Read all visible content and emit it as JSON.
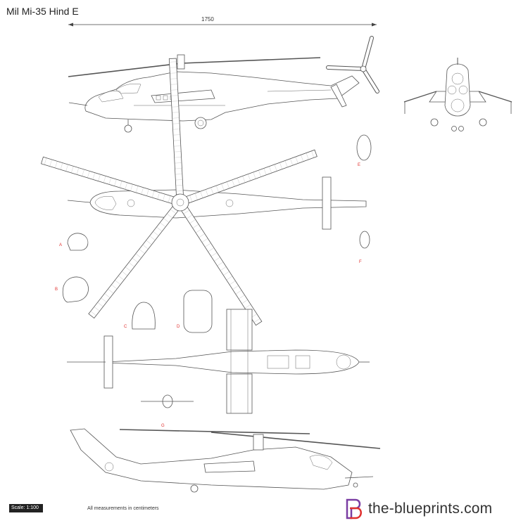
{
  "title": "Mil Mi-35 Hind E",
  "dimension_label": "1750",
  "section_labels": [
    "A",
    "B",
    "C",
    "D",
    "E",
    "F",
    "G"
  ],
  "scale_label": "Scale: 1:100",
  "measurement_note": "All measurements in centimeters",
  "brand": {
    "name": "the-blueprints.com",
    "logo_color": "#7a3ea3",
    "accent_color": "#e0312f"
  },
  "colors": {
    "outline": "#555555",
    "label_red": "#e0312f"
  }
}
